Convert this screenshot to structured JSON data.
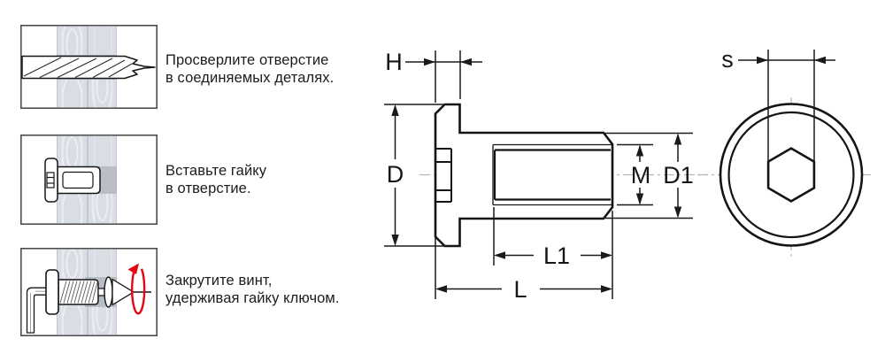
{
  "instructions": [
    {
      "line1": "Просверлите отверстие",
      "line2": "в соединяемых деталях."
    },
    {
      "line1": "Вставьте гайку",
      "line2": "в отверстие."
    },
    {
      "line1": "Закрутите винт,",
      "line2": "удерживая гайку ключом."
    }
  ],
  "drawing": {
    "labels": {
      "head_height": "H",
      "head_diameter": "D",
      "thread_diameter": "M",
      "body_diameter": "D1",
      "thread_length": "L1",
      "total_length": "L",
      "socket_width": "s"
    }
  },
  "colors": {
    "line": "#141414",
    "centerline": "#b2b7bd",
    "accent_red": "#e30613",
    "wood_fill": "#d9dde4",
    "hole_fill": "#b9bdc6",
    "box_border": "#4d4d4d"
  }
}
